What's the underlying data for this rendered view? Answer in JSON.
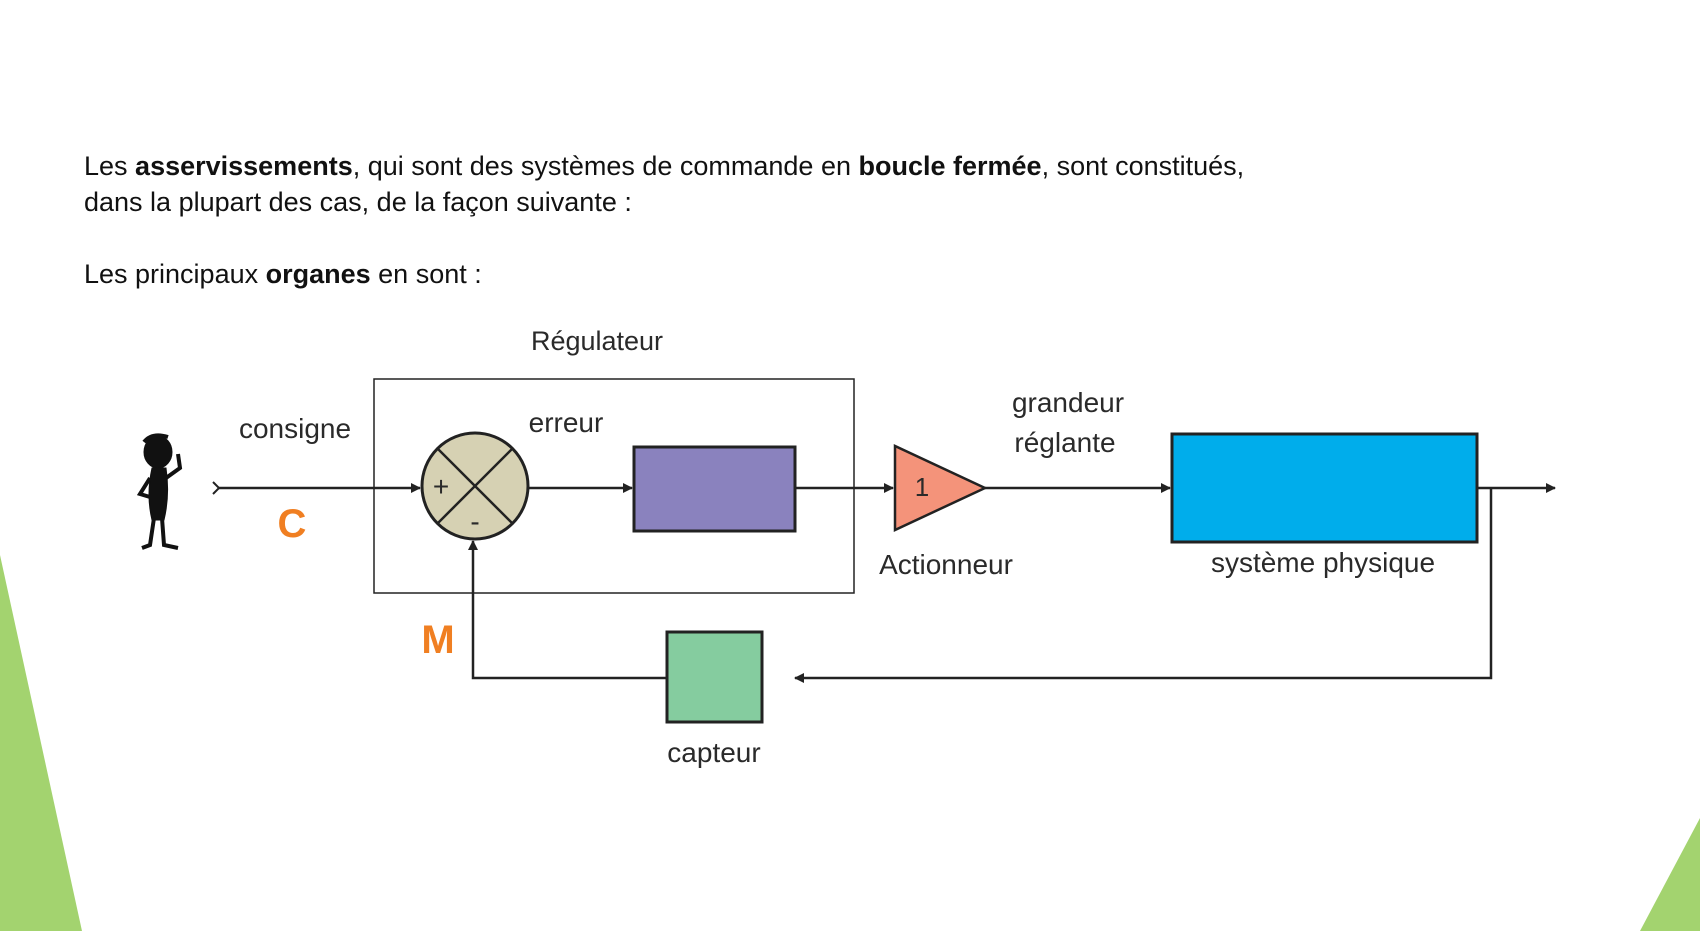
{
  "paragraph1": {
    "part1": "Les ",
    "bold1": "asservissements",
    "part2": ", qui sont des systèmes de commande en ",
    "bold2": "boucle fermée",
    "part3": ", sont constitués,",
    "line2": "dans la plupart des cas, de la façon suivante :"
  },
  "paragraph2": {
    "part1": "Les principaux ",
    "bold1": "organes",
    "part2": " en sont :"
  },
  "diagram": {
    "regulateur_label": "Régulateur",
    "consigne_label": "consigne",
    "consigne_symbol": "C",
    "erreur_label": "erreur",
    "comparator_plus": "+",
    "comparator_minus": "-",
    "gain_value": "1",
    "actionneur_label": "Actionneur",
    "grandeur_line1": "grandeur",
    "grandeur_line2": "réglante",
    "systeme_label": "système physique",
    "mesure_symbol": "M",
    "capteur_label": "capteur",
    "colors": {
      "corrector": "#8a82be",
      "actuator": "#f4937a",
      "system": "#00adeb",
      "sensor": "#85cc9f",
      "comparator": "#d6d1b3",
      "accent": "#f07f22",
      "deco_green": "#a3d36f"
    }
  }
}
